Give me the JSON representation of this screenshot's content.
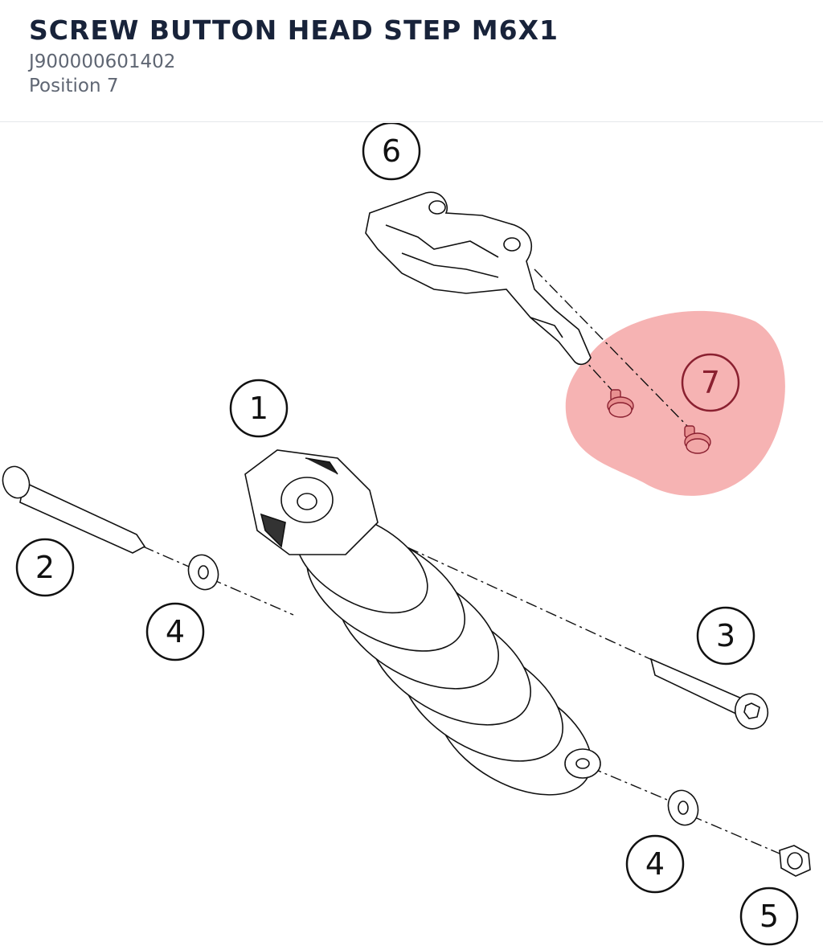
{
  "header": {
    "title": "SCREW BUTTON HEAD STEP M6X1",
    "part_number": "J900000601402",
    "position_label": "Position 7"
  },
  "diagram": {
    "highlight_color": "#f08080",
    "callouts": [
      "1",
      "2",
      "3",
      "4",
      "4",
      "5",
      "6",
      "7"
    ],
    "highlighted_callout": "7"
  }
}
